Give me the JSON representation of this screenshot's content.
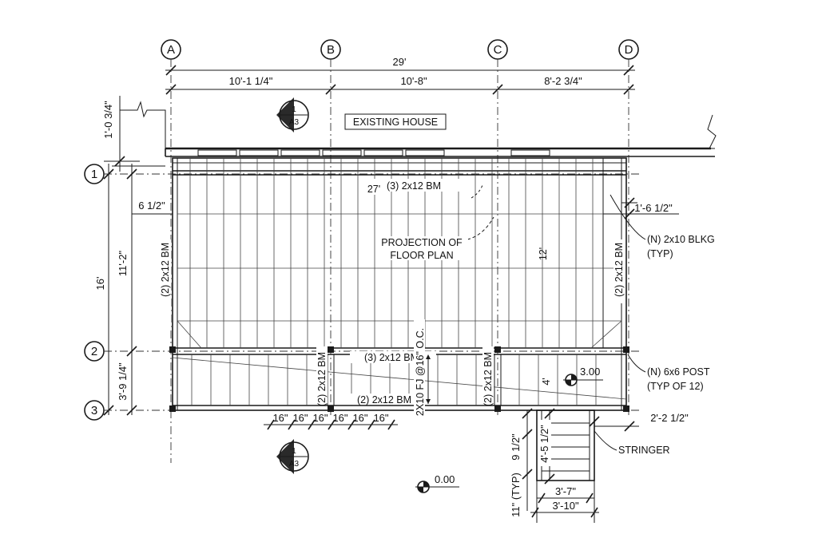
{
  "grid": {
    "columns": [
      "A",
      "B",
      "C",
      "D"
    ],
    "rows": [
      "1",
      "2",
      "3"
    ]
  },
  "dimensions": {
    "overall_width": "29'",
    "bay_ab": "10'-1 1/4\"",
    "bay_bc": "10'-8\"",
    "bay_cd": "8'-2 3/4\"",
    "top_offset": "1'-0 3/4\"",
    "left_offset": "6 1/2\"",
    "row_12": "11'-2\"",
    "overall_depth": "16'",
    "row_23": "3'-9 1/4\"",
    "right_offset": "1'-6 1/2\"",
    "beam_length": "27'",
    "joist_span": "12'",
    "spacing": [
      "16\"",
      "16\"",
      "16\"",
      "16\"",
      "16\"",
      "16\""
    ],
    "landing": "4'",
    "stair_offset": "2'-2 1/2\"",
    "stair_riser": "9 1/2\"",
    "stair_run": "4'-5 1/2\"",
    "stair_tread": "11\" (TYP)",
    "stair_inner": "3'-7\"",
    "stair_outer": "3'-10\""
  },
  "labels": {
    "existing_house": "EXISTING HOUSE",
    "beam_top": "(3) 2x12 BM",
    "projection_1": "PROJECTION OF",
    "projection_2": "FLOOR PLAN",
    "left_beam": "(2) 2x12 BM",
    "right_beam": "(2) 2x12 BM",
    "blkg_1": "(N) 2x10 BLKG",
    "blkg_2": "(TYP)",
    "mid_beam": "(3) 2x12 BM",
    "bottom_beam": "(2) 2x12 BM",
    "vert_beam_b": "(2) 2x12 BM",
    "vert_beam_c": "(2) 2x12 BM",
    "floor_joists": "2X10 FJ @16\" O.C.",
    "post_1": "(N) 6x6 POST",
    "post_2": "(TYP OF 12)",
    "stringer": "STRINGER"
  },
  "section_markers": [
    {
      "number": "1",
      "sheet": "A3"
    },
    {
      "number": "1",
      "sheet": "A3"
    }
  ],
  "elevations": {
    "deck": "3.00",
    "grade": "0.00"
  },
  "colors": {
    "line": "#1a1a1a",
    "house_fill": "#d9d9d9",
    "background": "#ffffff"
  }
}
